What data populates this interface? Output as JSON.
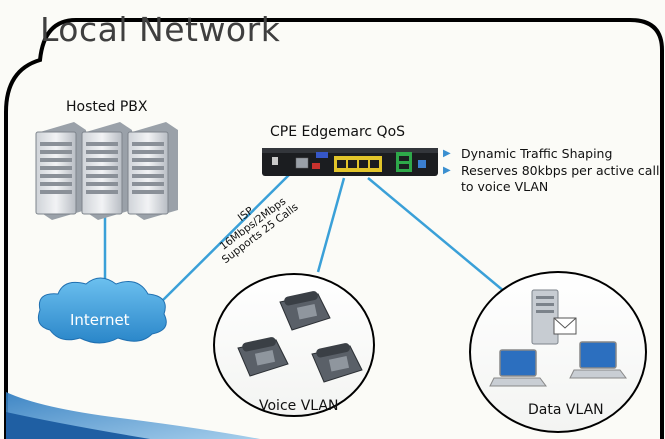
{
  "slide": {
    "title": "Local Network"
  },
  "pbx": {
    "label": "Hosted PBX",
    "icon": "server-rack-icon"
  },
  "cpe": {
    "label": "CPE Edgemarc QoS",
    "icon": "network-router-icon"
  },
  "bullets": [
    {
      "text": "Dynamic Traffic Shaping"
    },
    {
      "text": "Reserves 80kbps per active call to voice VLAN"
    }
  ],
  "isp": {
    "lines": [
      "ISP",
      "16Mbps/2Mbps",
      "Supports 25 Calls"
    ]
  },
  "internet": {
    "label": "Internet",
    "color": "#3a9ad6"
  },
  "voice_vlan": {
    "label": "Voice VLAN",
    "icon": "desk-phone-icon"
  },
  "data_vlan": {
    "label": "Data VLAN",
    "icon": "laptop-icon"
  },
  "colors": {
    "frame": "#000000",
    "link_line": "#3aa0d8",
    "accent_blue": "#2f7fc4",
    "title_text": "#3f3f3f"
  }
}
